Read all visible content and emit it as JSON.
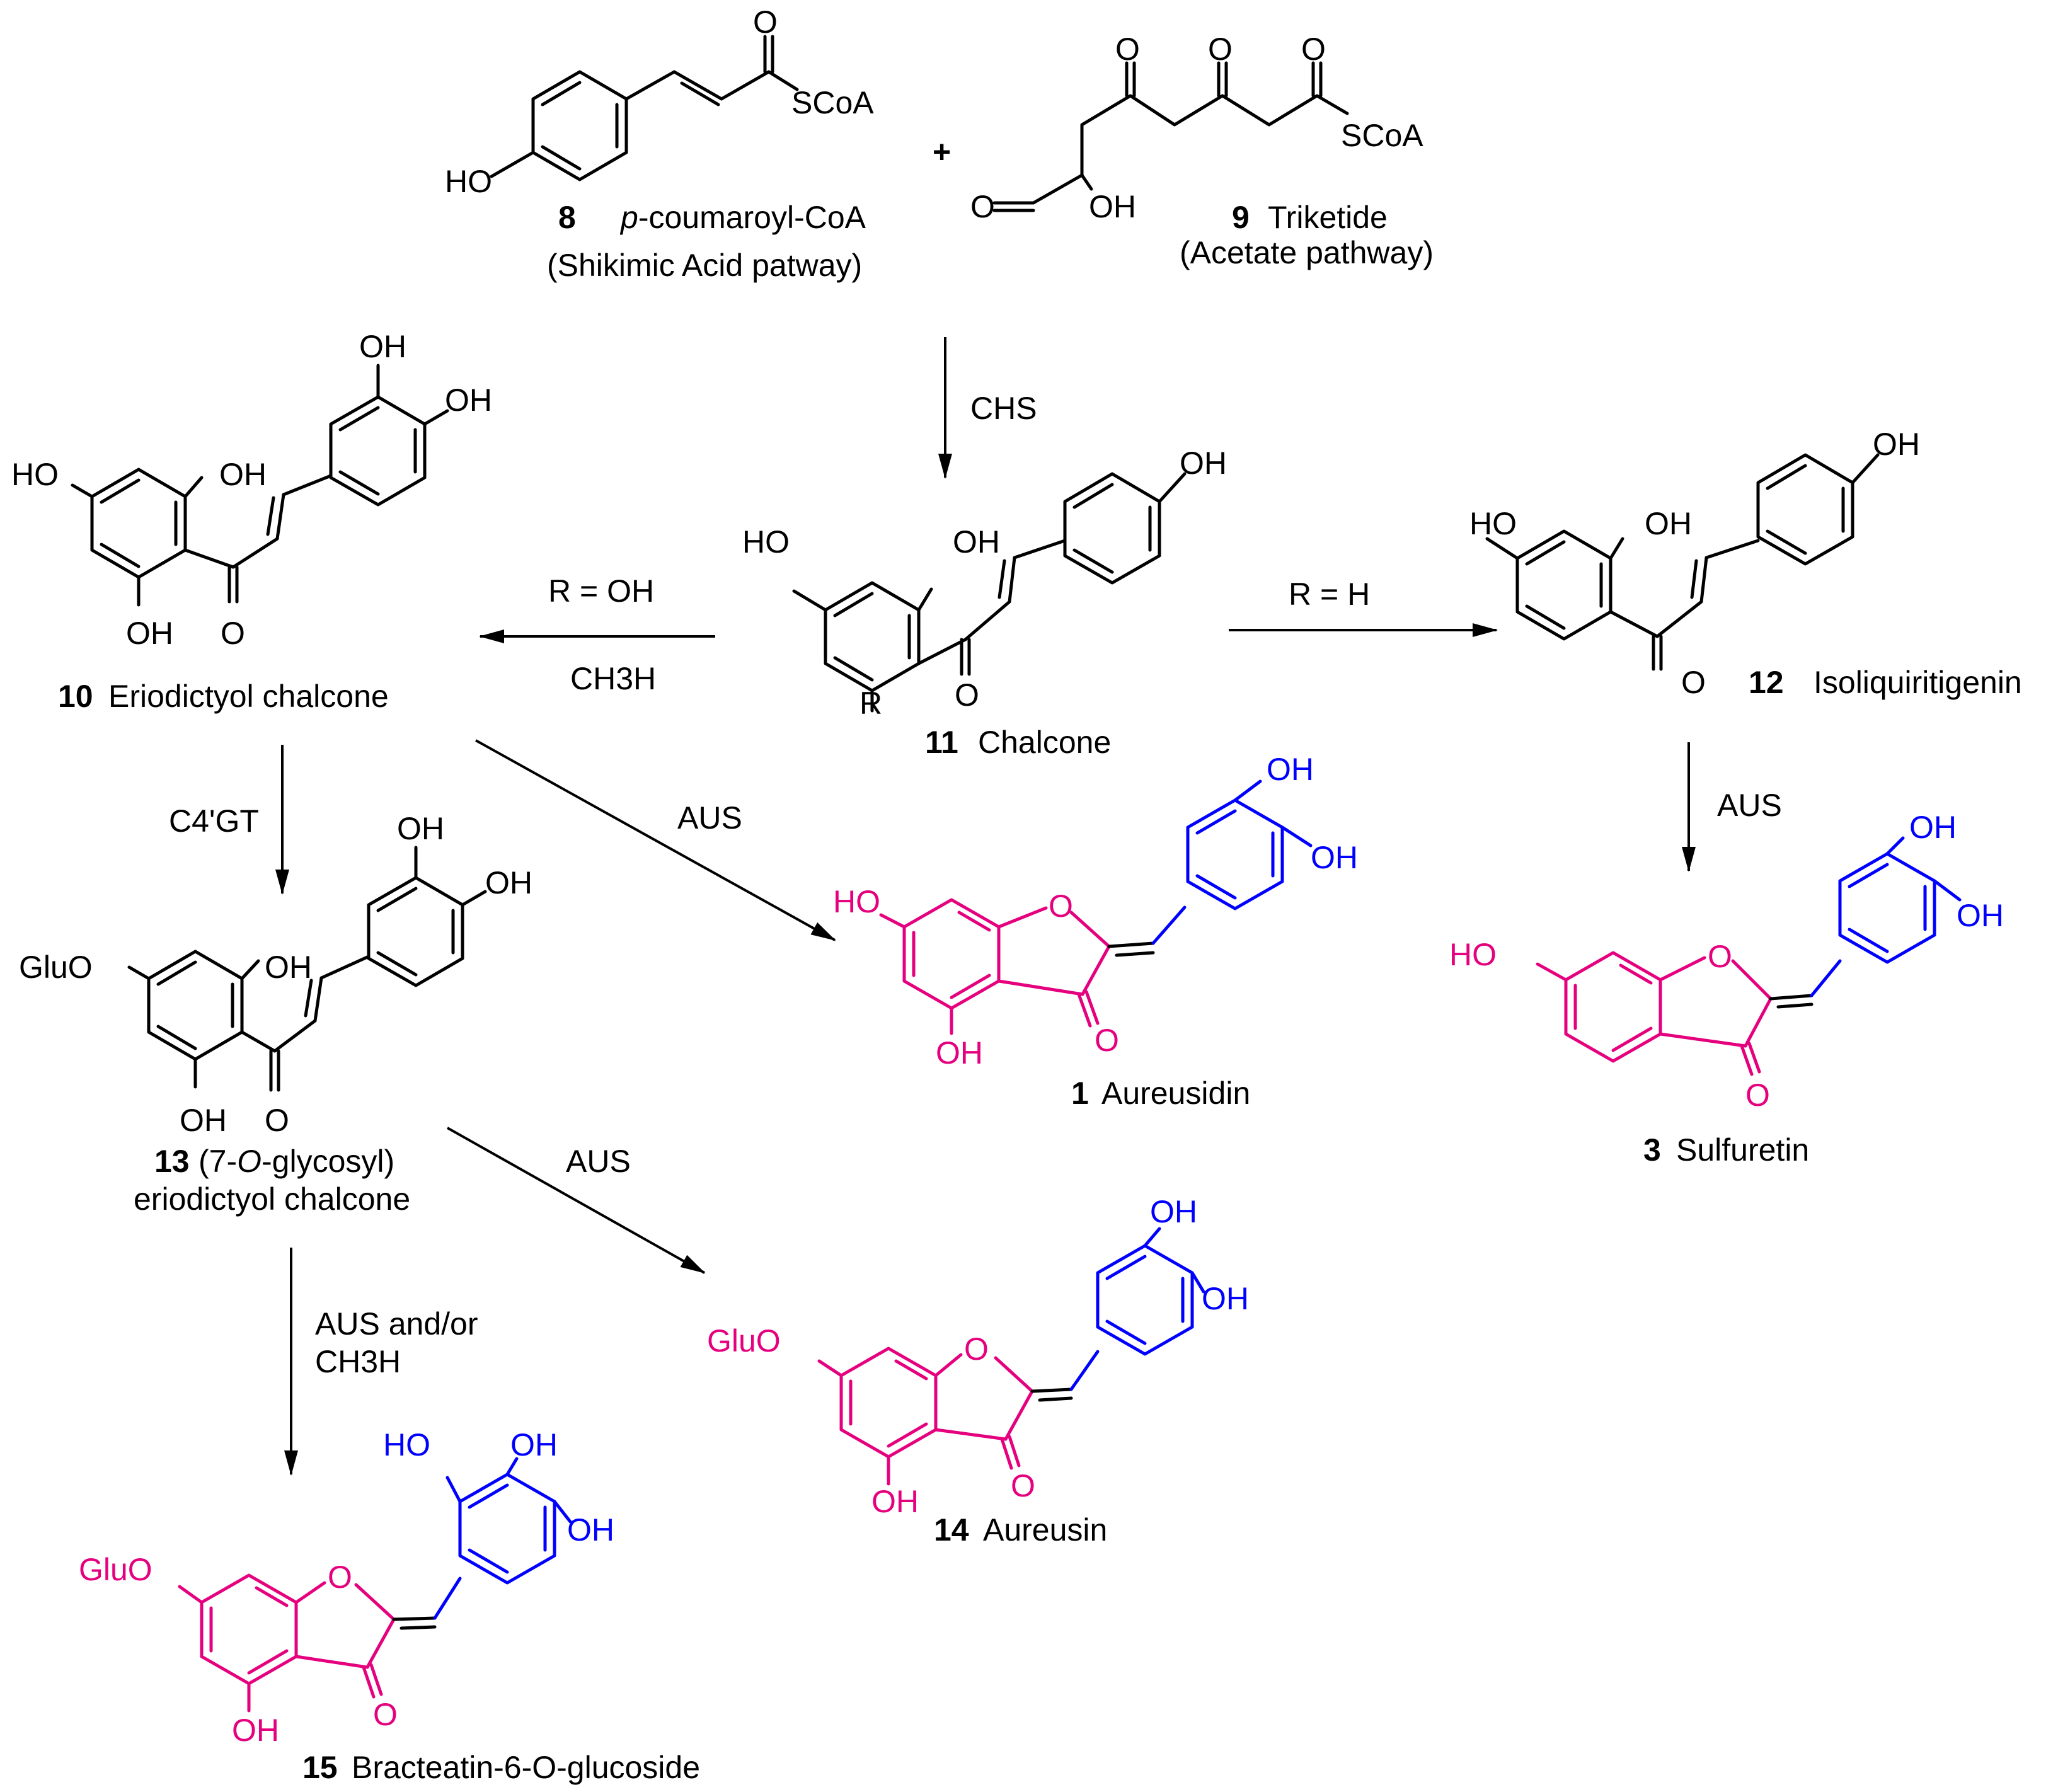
{
  "compounds": {
    "c8": {
      "number": "8",
      "name_italic": "p",
      "name_rest": "-coumaroyl-CoA",
      "pathway": "(Shikimic Acid patway)"
    },
    "c9": {
      "number": "9",
      "name": "Triketide",
      "pathway": "(Acetate pathway)"
    },
    "c10": {
      "number": "10",
      "name": "Eriodictyol chalcone"
    },
    "c11": {
      "number": "11",
      "name": "Chalcone"
    },
    "c12": {
      "number": "12",
      "name": "Isoliquiritigenin"
    },
    "c13": {
      "number": "13",
      "name_prefix": "(7-",
      "name_italic": "O",
      "name_suffix": "-glycosyl)",
      "name_line2": "eriodictyol chalcone"
    },
    "c1": {
      "number": "1",
      "name": "Aureusidin"
    },
    "c3": {
      "number": "3",
      "name": "Sulfuretin"
    },
    "c14": {
      "number": "14",
      "name": "Aureusin"
    },
    "c15": {
      "number": "15",
      "name": "Bracteatin-6-O-glucoside"
    }
  },
  "plus_sign": "+",
  "arrows": {
    "chs": "CHS",
    "to10_top": "R = OH",
    "to10_bottom": "CH3H",
    "to12_top": "R = H",
    "to13": "C4'GT",
    "to1": "AUS",
    "to3": "AUS",
    "to14": "AUS",
    "to15_line1": "AUS and/or",
    "to15_line2": "CH3H"
  },
  "atoms": {
    "O": "O",
    "OH": "OH",
    "HO": "HO",
    "SCoA": "SCoA",
    "GluO": "GluO",
    "R": "R"
  },
  "colors": {
    "aurone_core": "#E5007E",
    "b_ring": "#0000FF",
    "default": "#000000"
  }
}
